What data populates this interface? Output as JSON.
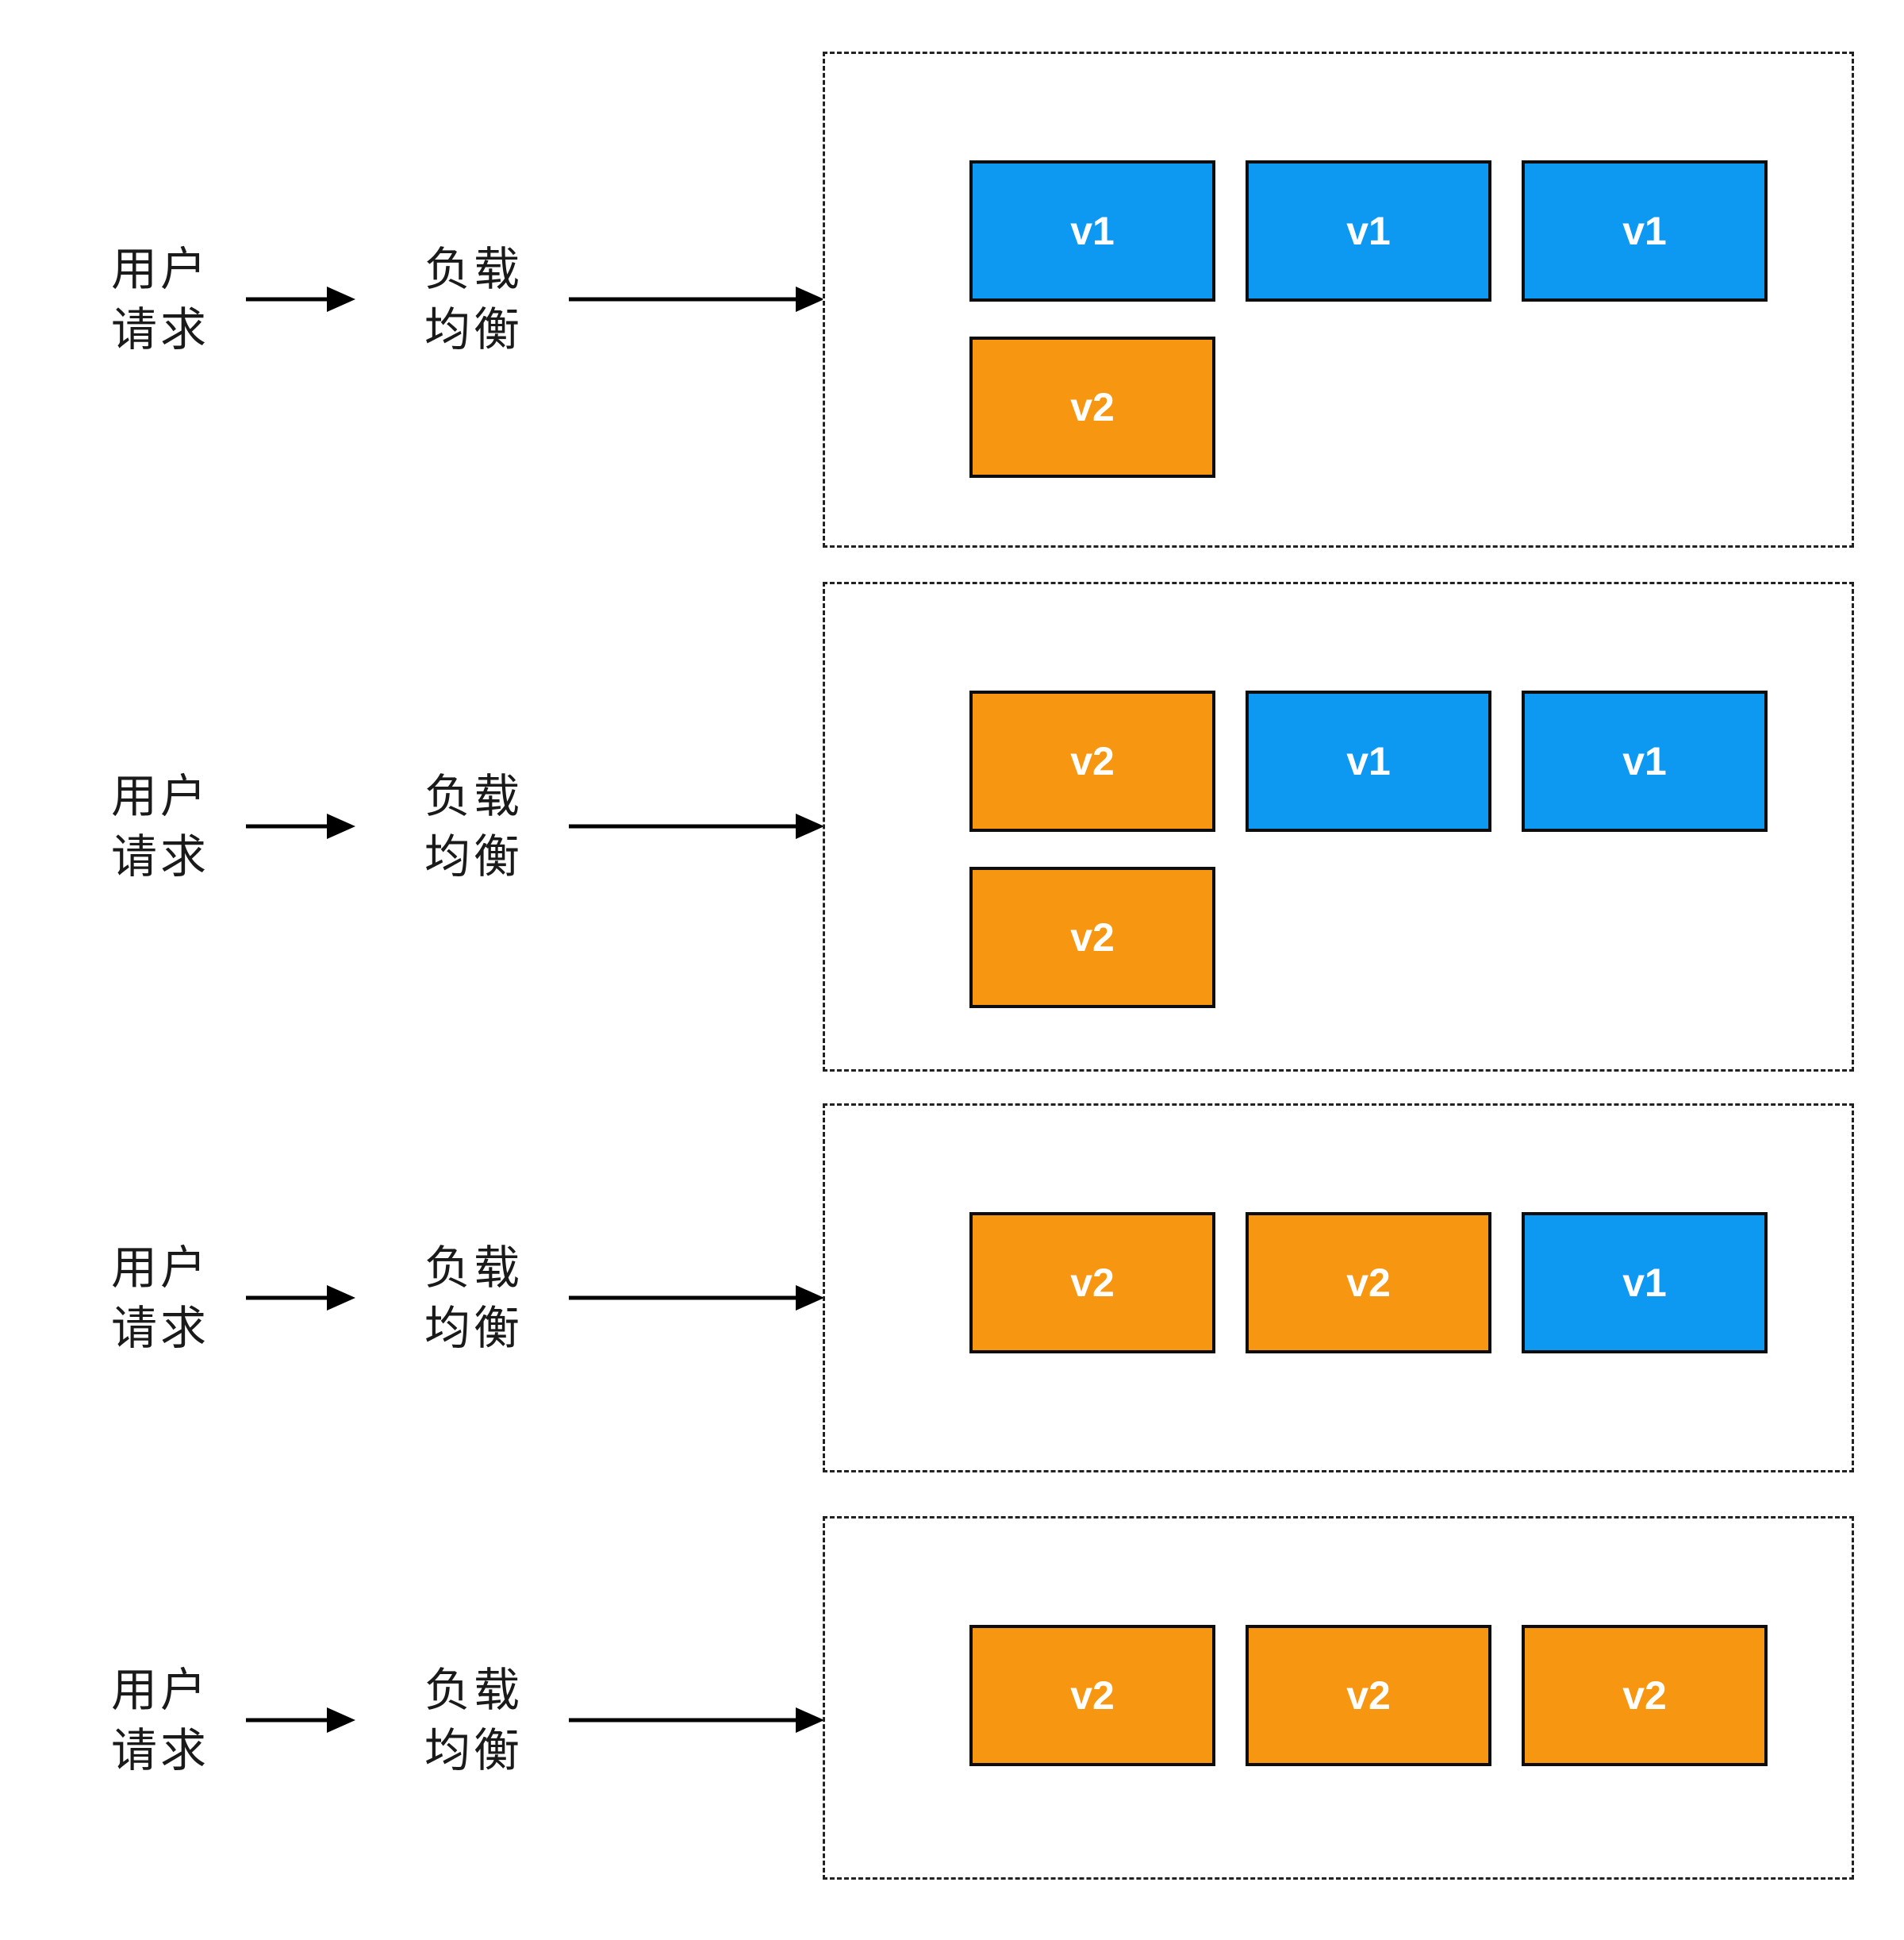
{
  "diagram_title": "",
  "colors": {
    "v1": "#0d99f2",
    "v2": "#f79610",
    "stroke": "#000000",
    "background": "#ffffff"
  },
  "rows": [
    {
      "user_request_lines": [
        "用户",
        "请求"
      ],
      "load_balancer_lines": [
        "负载",
        "均衡"
      ],
      "servers": [
        {
          "label": "v1",
          "version": "v1",
          "row": 0,
          "col": 0
        },
        {
          "label": "v1",
          "version": "v1",
          "row": 0,
          "col": 1
        },
        {
          "label": "v1",
          "version": "v1",
          "row": 0,
          "col": 2
        },
        {
          "label": "v2",
          "version": "v2",
          "row": 1,
          "col": 0
        }
      ]
    },
    {
      "user_request_lines": [
        "用户",
        "请求"
      ],
      "load_balancer_lines": [
        "负载",
        "均衡"
      ],
      "servers": [
        {
          "label": "v2",
          "version": "v2",
          "row": 0,
          "col": 0
        },
        {
          "label": "v1",
          "version": "v1",
          "row": 0,
          "col": 1
        },
        {
          "label": "v1",
          "version": "v1",
          "row": 0,
          "col": 2
        },
        {
          "label": "v2",
          "version": "v2",
          "row": 1,
          "col": 0
        }
      ]
    },
    {
      "user_request_lines": [
        "用户",
        "请求"
      ],
      "load_balancer_lines": [
        "负载",
        "均衡"
      ],
      "servers": [
        {
          "label": "v2",
          "version": "v2",
          "row": 0,
          "col": 0
        },
        {
          "label": "v2",
          "version": "v2",
          "row": 0,
          "col": 1
        },
        {
          "label": "v1",
          "version": "v1",
          "row": 0,
          "col": 2
        }
      ]
    },
    {
      "user_request_lines": [
        "用户",
        "请求"
      ],
      "load_balancer_lines": [
        "负载",
        "均衡"
      ],
      "servers": [
        {
          "label": "v2",
          "version": "v2",
          "row": 0,
          "col": 0
        },
        {
          "label": "v2",
          "version": "v2",
          "row": 0,
          "col": 1
        },
        {
          "label": "v2",
          "version": "v2",
          "row": 0,
          "col": 2
        }
      ]
    }
  ]
}
